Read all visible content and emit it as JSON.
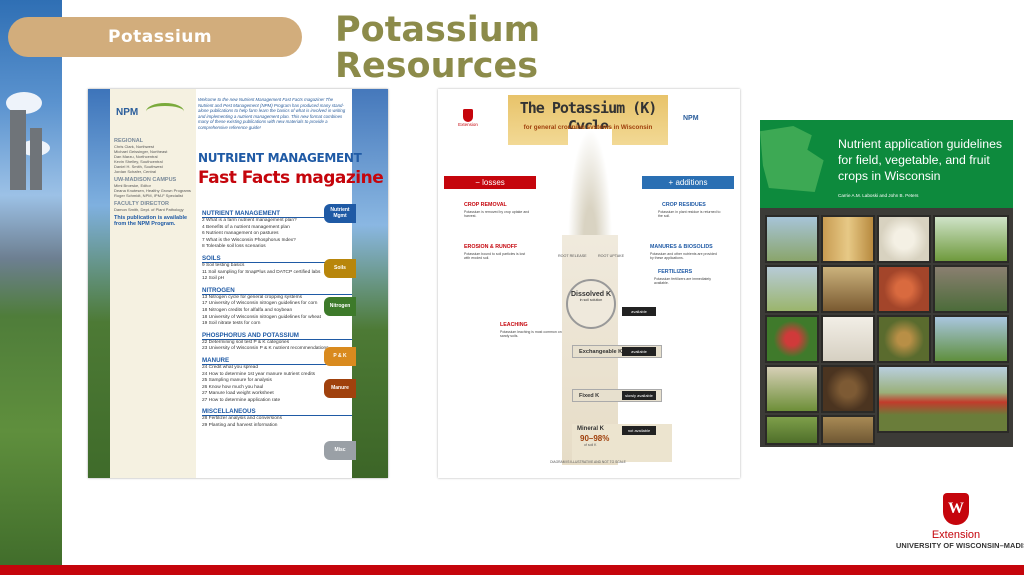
{
  "header": {
    "pill_label": "Potassium",
    "title_line1": "Potassium",
    "title_line2": "Resources"
  },
  "colors": {
    "pill": "#d2ad7c",
    "title": "#8c8b4a",
    "brand_red": "#c5050c"
  },
  "footer_logo": {
    "icon": "uw-crest-icon",
    "line1": "Extension",
    "line2": "UNIVERSITY OF WISCONSIN–MADISON"
  },
  "fast_facts": {
    "npm": "NPM",
    "intro": "Welcome to the new Nutrient Management Fast Facts magazine! The Nutrient and Pest Management (NPM) Program has produced many stand-alone publications to help farm learn the basics of what is involved in writing and implementing a nutrient management plan. This new format combines many of these existing publications with new materials to provide a comprehensive reference guide!",
    "title1": "NUTRIENT MANAGEMENT",
    "title2": "Fast Facts magazine",
    "sidebar": [
      {
        "head": "REGIONAL",
        "lines": [
          "Chris Clark, Northwest",
          "Michael Geissinger, Northeast",
          "Dan Marzu, Northcentral",
          "Kevin Shelley, Southcentral",
          "Daniel H. Smith, Southwest",
          "Jordan Schafer, Central"
        ]
      },
      {
        "head": "UW-MADISON CAMPUS",
        "lines": [
          "Mimi Broeske, Editor",
          "Deana Knutesen, Healthy Grown Programs",
          "Roger Schmidt, NPM, IPM-F Specialist"
        ]
      },
      {
        "head": "FACULTY DIRECTOR",
        "lines": [
          "Damon Smith, Dept. of Plant Pathology"
        ]
      }
    ],
    "sidebar_footer": "This publication is available from the NPM Program.",
    "toc": [
      {
        "section": "NUTRIENT MANAGEMENT",
        "items": [
          "2  What is a farm nutrient management plan?",
          "4  Benefits of a nutrient management plan",
          "6  Nutrient management on pastures",
          "7  What is the Wisconsin Phosphorus Index?",
          "8  Tolerable soil loss scenarios"
        ]
      },
      {
        "section": "SOILS",
        "items": [
          "9  Soil testing basics",
          "11  Soil sampling for SnapPlus and DATCP certified labs",
          "12  Soil pH"
        ]
      },
      {
        "section": "NITROGEN",
        "items": [
          "13  Nitrogen cycle for general cropping systems",
          "17  University of Wisconsin nitrogen guidelines for corn",
          "18  Nitrogen credits for alfalfa and soybean",
          "18  University of Wisconsin nitrogen guidelines for wheat",
          "19  Soil nitrate tests for corn"
        ]
      },
      {
        "section": "PHOSPHORUS AND POTASSIUM",
        "items": [
          "22  Determining soil test P & K categories",
          "23  University of Wisconsin P & K nutrient recommendations"
        ]
      },
      {
        "section": "MANURE",
        "items": [
          "24  Credit what you spread",
          "24  How to determine 1st year manure nutrient credits",
          "25  Sampling manure for analysis",
          "26  Know how much you haul",
          "27  Manure load weight worksheet",
          "27  How to determine application rate"
        ]
      },
      {
        "section": "MISCELLANEOUS",
        "items": [
          "28  Fertilizer analysis and conversions",
          "29  Planting and harvest information"
        ]
      }
    ],
    "tabs": [
      {
        "label": "Nutrient Mgmt",
        "color": "#1f5aa5"
      },
      {
        "label": "Soils",
        "color": "#b8860b"
      },
      {
        "label": "Nitrogen",
        "color": "#3d7a2a"
      },
      {
        "label": "P & K",
        "color": "#d98a1e"
      },
      {
        "label": "Manure",
        "color": "#a0410d"
      },
      {
        "label": "Misc",
        "color": "#9aa0a6"
      }
    ]
  },
  "k_cycle": {
    "extension": "Extension",
    "title": "The Potassium (K) Cycle",
    "subtitle": "for general cropping systems in Wisconsin",
    "npm": "NPM",
    "losses": "losses",
    "additions": "additions",
    "loss_labels": [
      {
        "label": "CROP REMOVAL",
        "desc": "Potassium is removed by crop uptake and harvest."
      },
      {
        "label": "EROSION & RUNOFF",
        "desc": "Potassium bound to soil particles is lost with eroded soil."
      },
      {
        "label": "LEACHING",
        "desc": "Potassium leaching is most common on sandy soils."
      }
    ],
    "add_labels": [
      {
        "label": "CROP RESIDUES",
        "desc": "Potassium in plant residue is returned to the soil."
      },
      {
        "label": "MANURES & BIOSOLIDS",
        "desc": "Potassium and other nutrients are provided by these applications."
      },
      {
        "label": "FERTILIZERS",
        "desc": "Potassium fertilizers are immediately available."
      }
    ],
    "root_release": "ROOT RELEASE",
    "root_uptake": "ROOT UPTAKE",
    "dissolved": "Dissolved K",
    "dissolved_sub": "in soil solution",
    "exchangeable": "Exchangeable K",
    "fixed": "Fixed K",
    "mineral": "Mineral K",
    "mineral_pct": "90–98%",
    "mineral_sub": "of soil K",
    "tag_available": "available",
    "tag_slowly": "slowly available",
    "tag_not": "not available",
    "footer": "DIAGRAM IS ILLUSTRATIVE AND NOT TO SCALE"
  },
  "guidelines": {
    "title": "Nutrient application guidelines for field, vegetable, and fruit crops in Wisconsin",
    "authors": "Carrie A.M. Laboski and John B. Peters",
    "map_icon": "wisconsin-map-icon"
  }
}
